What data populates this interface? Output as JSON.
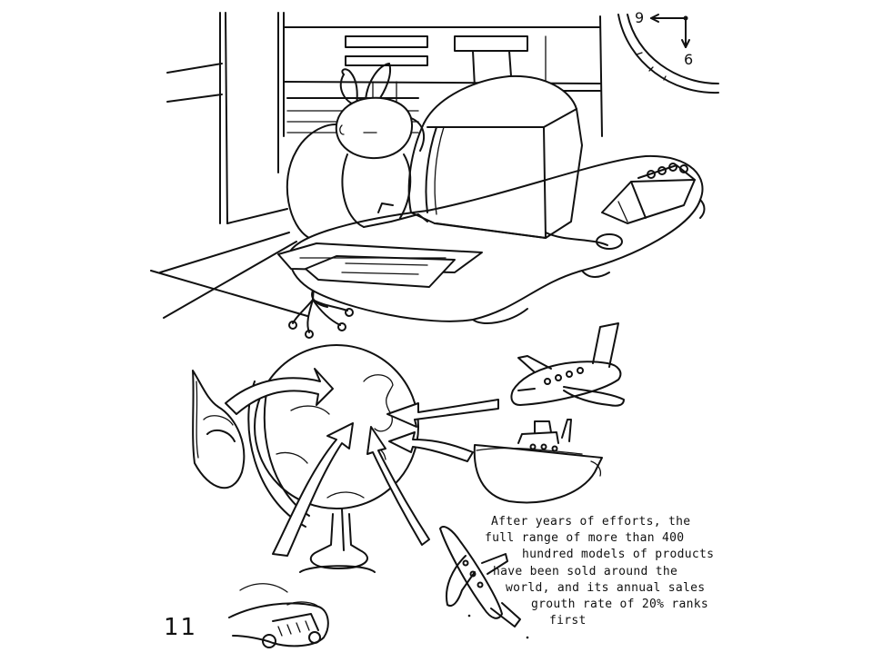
{
  "page": {
    "number": "11",
    "caption_lines": [
      "After years of efforts, the",
      "full range of more than 400",
      "hundred models of products",
      "have been sold around the",
      "world, and its annual sales",
      "grouth rate of 20% ranks",
      "first"
    ],
    "clock": {
      "left_label": "9",
      "bottom_label": "6"
    }
  },
  "illustration": {
    "style": "black ink line drawing on white",
    "icons": [
      "rabbit-icon",
      "computer-monitor-icon",
      "desk-calendar-icon",
      "wall-clock-icon",
      "globe-icon",
      "airplane-icon",
      "ship-icon",
      "car-icon"
    ]
  }
}
